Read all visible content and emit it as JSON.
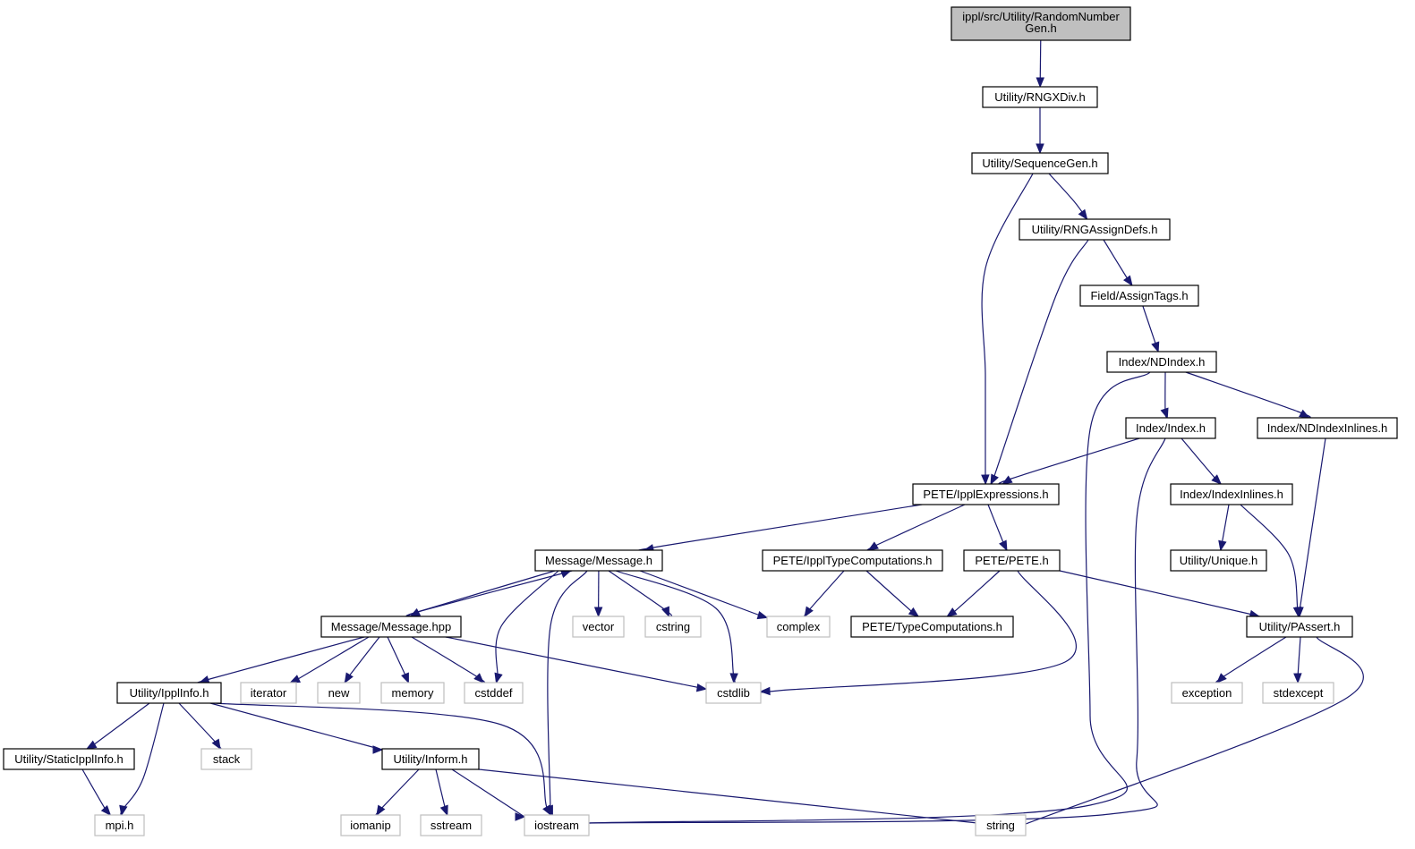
{
  "root": {
    "label_line1": "ippl/src/Utility/RandomNumber",
    "label_line2": "Gen.h"
  },
  "nodes": {
    "rngxdiv": "Utility/RNGXDiv.h",
    "sequencegen": "Utility/SequenceGen.h",
    "rngassigndefs": "Utility/RNGAssignDefs.h",
    "assigntags": "Field/AssignTags.h",
    "ndindex": "Index/NDIndex.h",
    "index": "Index/Index.h",
    "ndindexinlines": "Index/NDIndexInlines.h",
    "ipplexpressions": "PETE/IpplExpressions.h",
    "indexinlines": "Index/IndexInlines.h",
    "message": "Message/Message.h",
    "ippltypecomputations": "PETE/IpplTypeComputations.h",
    "pete": "PETE/PETE.h",
    "unique": "Utility/Unique.h",
    "messagehpp": "Message/Message.hpp",
    "vector": "vector",
    "cstring": "cstring",
    "complex": "complex",
    "typecomputations": "PETE/TypeComputations.h",
    "passert": "Utility/PAssert.h",
    "ipplinfo": "Utility/IpplInfo.h",
    "iterator": "iterator",
    "new": "new",
    "memory": "memory",
    "cstddef": "cstddef",
    "cstdlib": "cstdlib",
    "exception": "exception",
    "stdexcept": "stdexcept",
    "staticipplinfo": "Utility/StaticIpplInfo.h",
    "stack": "stack",
    "inform": "Utility/Inform.h",
    "mpi": "mpi.h",
    "iomanip": "iomanip",
    "sstream": "sstream",
    "iostream": "iostream",
    "string": "string"
  },
  "colors": {
    "edge": "#191970",
    "node_border": "#000000",
    "external_border": "#bfbfbf",
    "root_fill": "#bfbfbf"
  }
}
